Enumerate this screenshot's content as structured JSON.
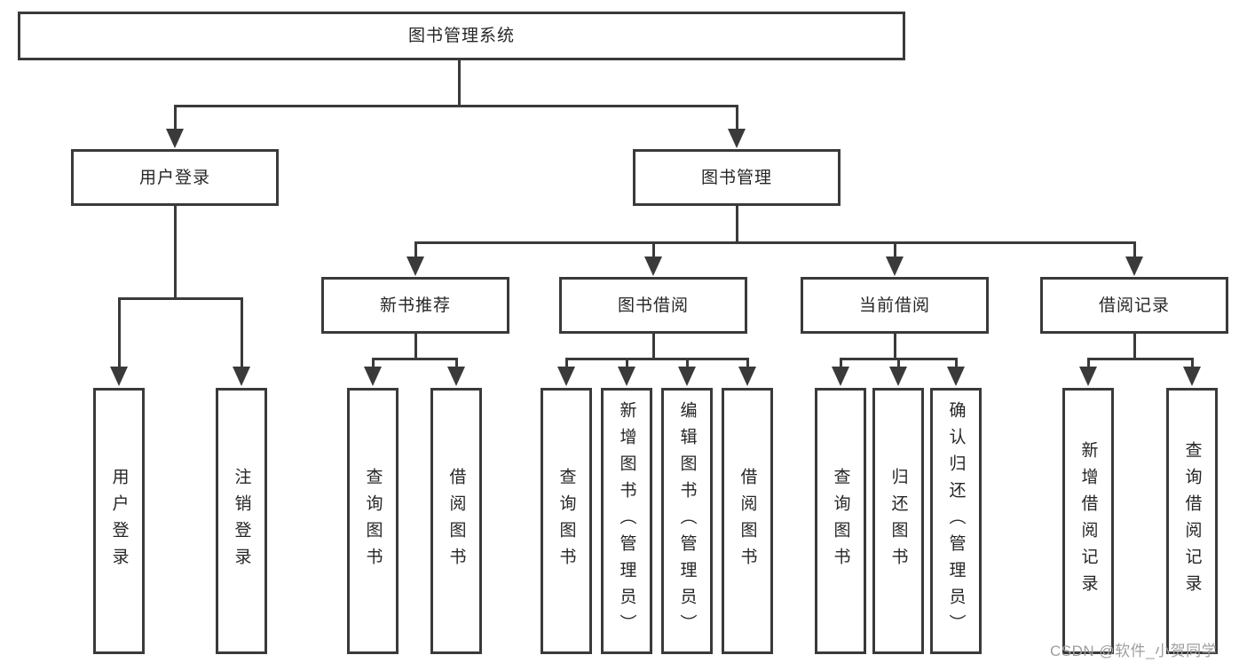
{
  "diagram": {
    "root": {
      "label": "图书管理系统"
    },
    "level2": {
      "user_login": {
        "label": "用户登录"
      },
      "book_mgmt": {
        "label": "图书管理"
      }
    },
    "level3": {
      "new_book_rec": {
        "label": "新书推荐"
      },
      "book_borrow": {
        "label": "图书借阅"
      },
      "current_borrow": {
        "label": "当前借阅"
      },
      "borrow_record": {
        "label": "借阅记录"
      }
    },
    "leaves": {
      "user_login": [
        {
          "label": "用户登录"
        },
        {
          "label": "注销登录"
        }
      ],
      "new_book_rec": [
        {
          "label": "查询图书"
        },
        {
          "label": "借阅图书"
        }
      ],
      "book_borrow": [
        {
          "label": "查询图书"
        },
        {
          "label": "新增图书（管理员）"
        },
        {
          "label": "编辑图书（管理员）"
        },
        {
          "label": "借阅图书"
        }
      ],
      "current_borrow": [
        {
          "label": "查询图书"
        },
        {
          "label": "归还图书"
        },
        {
          "label": "确认归还（管理员）"
        }
      ],
      "borrow_record": [
        {
          "label": "新增借阅记录"
        },
        {
          "label": "查询借阅记录"
        }
      ]
    }
  },
  "watermark": {
    "text": "CSDN @软件_小贺同学"
  },
  "colors": {
    "line": "#3a3a3a",
    "text": "#262626",
    "watermark": "#9e9e9e",
    "background": "#ffffff"
  }
}
